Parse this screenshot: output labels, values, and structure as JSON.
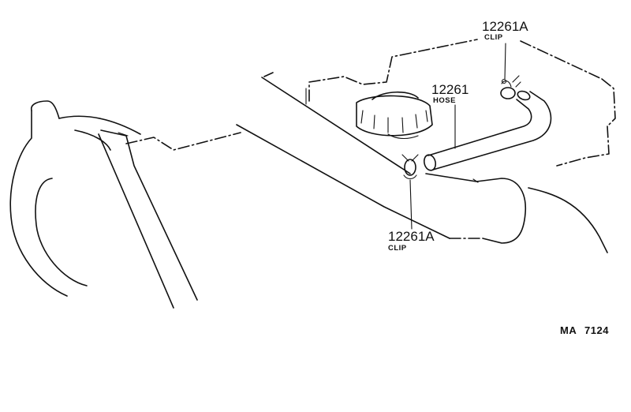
{
  "parts": [
    {
      "number": "12261A",
      "desc": "CLIP"
    },
    {
      "number": "12261",
      "desc": "HOSE"
    },
    {
      "number": "12261A",
      "desc": "CLIP"
    }
  ],
  "diagram_code": {
    "prefix": "MA",
    "number": "7124"
  }
}
